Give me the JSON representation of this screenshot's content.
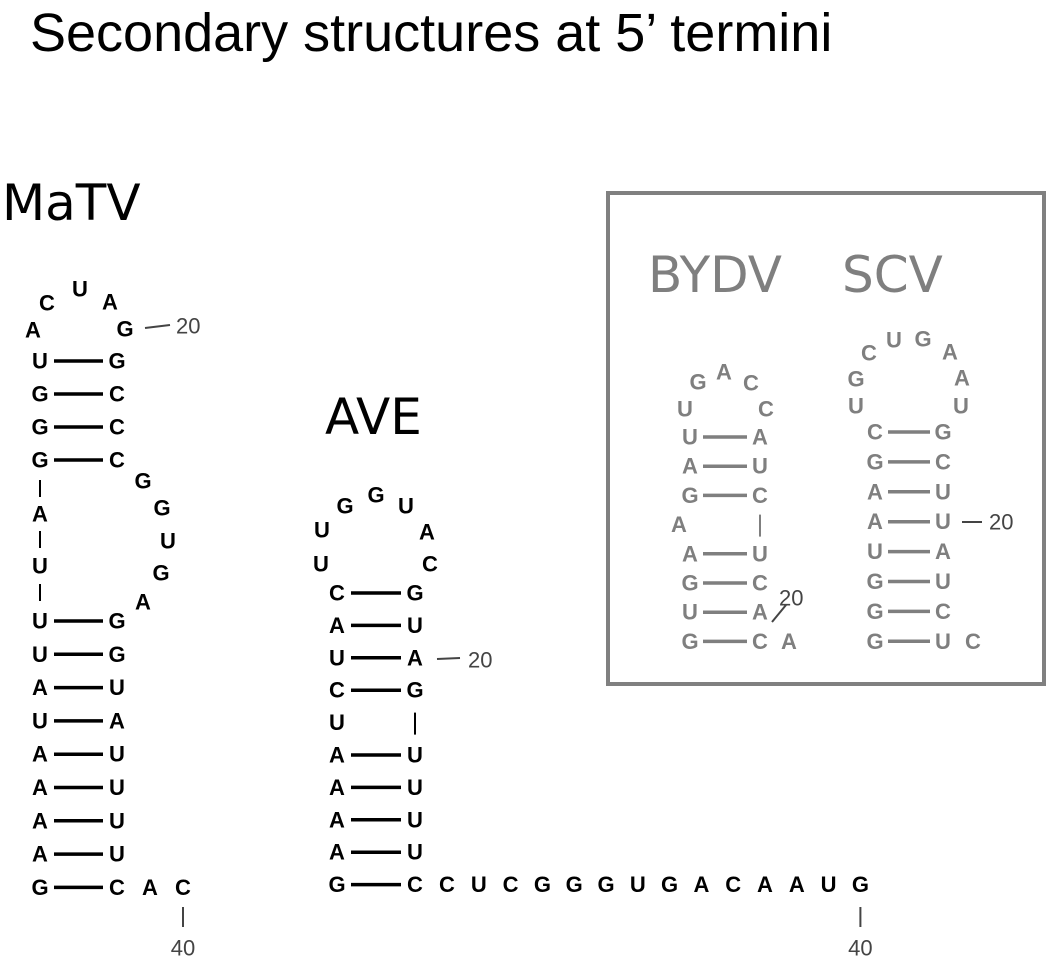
{
  "title": "Secondary structures at 5’ termini",
  "colors": {
    "primary": "#000000",
    "inset": "#7f7f7f",
    "box": "#808080",
    "position": "#444444"
  },
  "structures": [
    {
      "id": "matv",
      "label": "MaTV",
      "color": "#000000",
      "stem_pairs": [
        [
          "U",
          "G"
        ],
        [
          "G",
          "C"
        ],
        [
          "G",
          "C"
        ],
        [
          "G",
          "C"
        ],
        [
          "A",
          ""
        ],
        [
          "U",
          ""
        ],
        [
          "U",
          "G"
        ],
        [
          "U",
          "G"
        ],
        [
          "A",
          "U"
        ],
        [
          "U",
          "A"
        ],
        [
          "A",
          "U"
        ],
        [
          "A",
          "U"
        ],
        [
          "A",
          "U"
        ],
        [
          "A",
          "U"
        ],
        [
          "G",
          "C"
        ]
      ],
      "loop": [
        "A",
        "C",
        "U",
        "A",
        "G"
      ],
      "bulge": [
        "G",
        "G",
        "U",
        "G",
        "A"
      ],
      "tail": [
        "A",
        "C"
      ],
      "markers": [
        {
          "label": "20",
          "at": "loop-end"
        },
        {
          "label": "40",
          "at": "tail-end"
        }
      ]
    },
    {
      "id": "ave",
      "label": "AVE",
      "color": "#000000",
      "stem_pairs": [
        [
          "C",
          "G"
        ],
        [
          "A",
          "U"
        ],
        [
          "U",
          "A"
        ],
        [
          "C",
          "G"
        ],
        [
          "U",
          ""
        ],
        [
          "A",
          "U"
        ],
        [
          "A",
          "U"
        ],
        [
          "A",
          "U"
        ],
        [
          "A",
          "U"
        ],
        [
          "G",
          "C"
        ]
      ],
      "loop": [
        "U",
        "U",
        "G",
        "G",
        "U",
        "A",
        "C"
      ],
      "tail": [
        "C",
        "U",
        "C",
        "G",
        "G",
        "G",
        "U",
        "G",
        "A",
        "C",
        "A",
        "A",
        "U",
        "G"
      ],
      "markers": [
        {
          "label": "20",
          "at": "pair-3"
        },
        {
          "label": "40",
          "at": "tail-end"
        }
      ]
    },
    {
      "id": "bydv",
      "label": "BYDV",
      "color": "#7f7f7f",
      "stem_pairs": [
        [
          "U",
          "A"
        ],
        [
          "A",
          "U"
        ],
        [
          "G",
          "C"
        ],
        [
          "A",
          ""
        ],
        [
          "A",
          "U"
        ],
        [
          "G",
          "C"
        ],
        [
          "U",
          "A"
        ],
        [
          "G",
          "C"
        ]
      ],
      "loop": [
        "U",
        "G",
        "A",
        "C",
        "C"
      ],
      "tail": [
        "A"
      ],
      "markers": [
        {
          "label": "20",
          "at": "pair-7"
        }
      ]
    },
    {
      "id": "scv",
      "label": "SCV",
      "color": "#7f7f7f",
      "stem_pairs": [
        [
          "C",
          "G"
        ],
        [
          "G",
          "C"
        ],
        [
          "A",
          "U"
        ],
        [
          "A",
          "U"
        ],
        [
          "U",
          "A"
        ],
        [
          "G",
          "U"
        ],
        [
          "G",
          "C"
        ],
        [
          "G",
          "U"
        ]
      ],
      "loop": [
        "U",
        "G",
        "C",
        "U",
        "G",
        "A",
        "A",
        "U"
      ],
      "tail": [
        "C"
      ],
      "markers": [
        {
          "label": "20",
          "at": "pair-4"
        }
      ]
    }
  ]
}
